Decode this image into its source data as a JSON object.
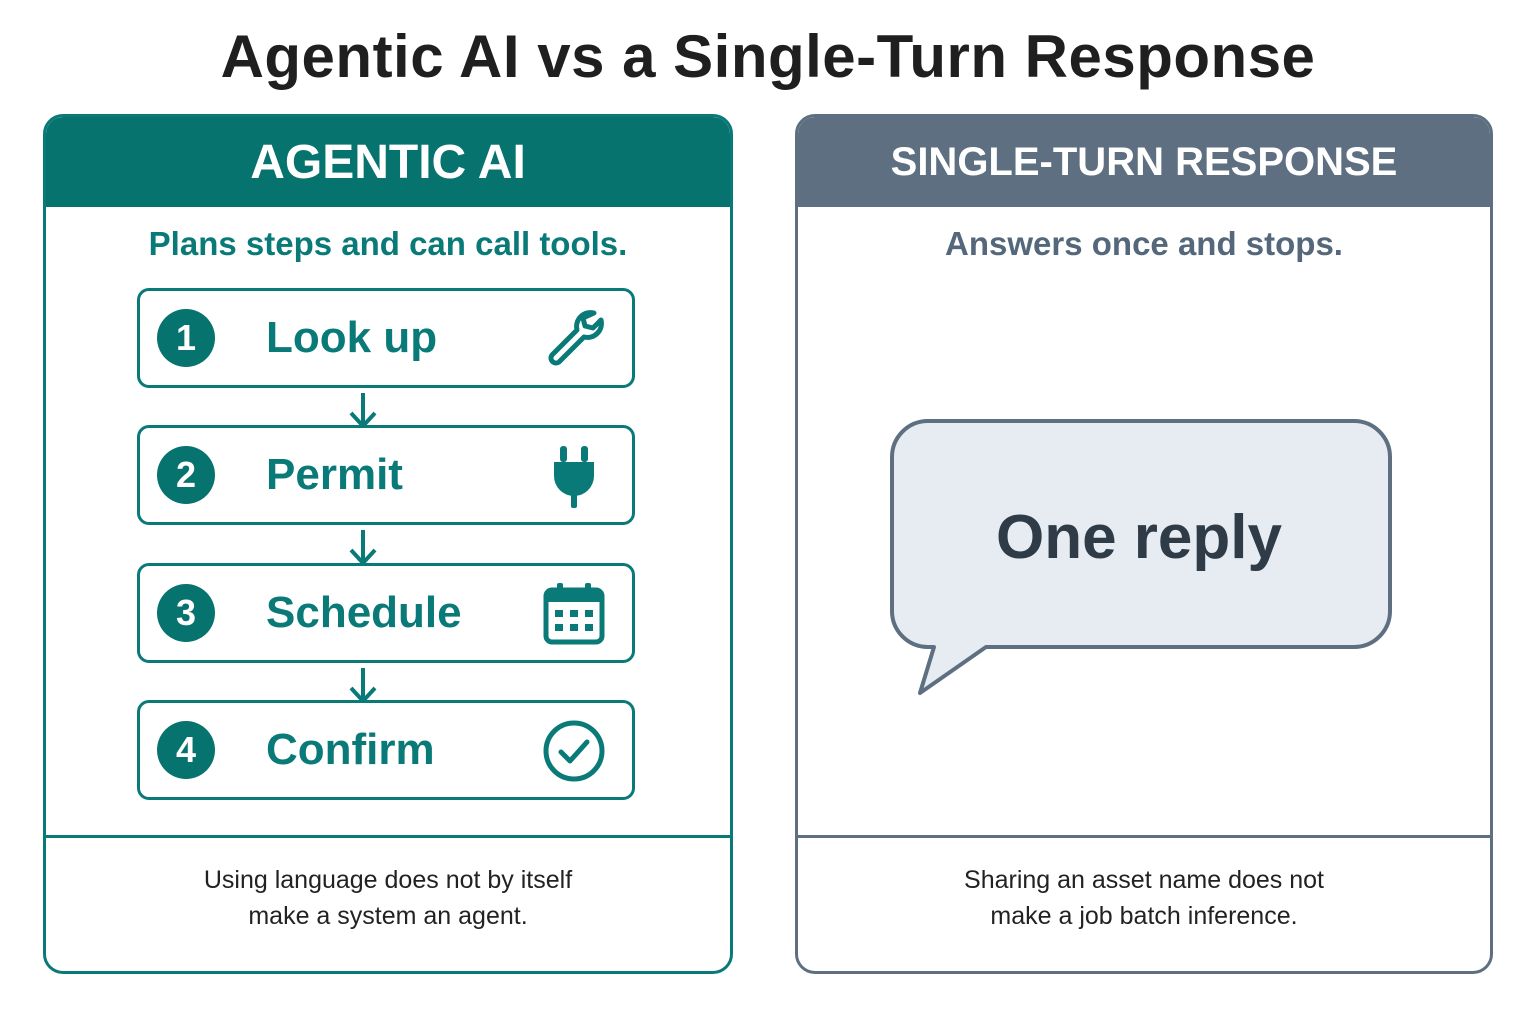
{
  "title": "Agentic AI vs a Single-Turn Response",
  "agentic": {
    "header": "AGENTIC AI",
    "subtitle": "Plans steps and can call tools.",
    "steps": [
      {
        "number": "1",
        "label": "Look up",
        "icon": "wrench-icon"
      },
      {
        "number": "2",
        "label": "Permit",
        "icon": "plug-icon"
      },
      {
        "number": "3",
        "label": "Schedule",
        "icon": "calendar-icon"
      },
      {
        "number": "4",
        "label": "Confirm",
        "icon": "check-circle-icon"
      }
    ],
    "footer_line1": "Using language does not by itself",
    "footer_line2": "make a system an agent."
  },
  "single_turn": {
    "header": "SINGLE-TURN RESPONSE",
    "subtitle": "Answers once and stops.",
    "bubble_text": "One reply",
    "footer_line1": "Sharing an asset name does not",
    "footer_line2": "make a job batch inference."
  },
  "colors": {
    "teal": "#07736f",
    "slate": "#5d6f80",
    "bubble_fill": "#e6ecf2",
    "text_dark": "#1f1f1f"
  }
}
